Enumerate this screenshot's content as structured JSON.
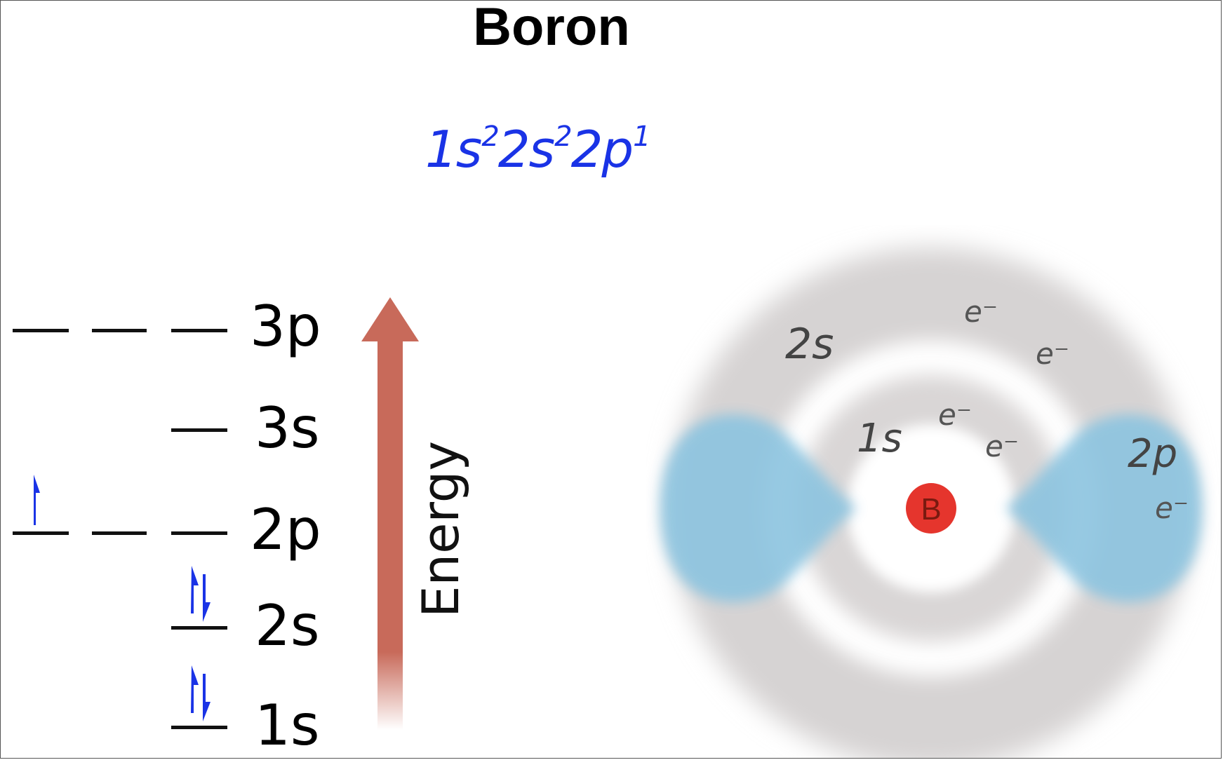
{
  "title": "Boron",
  "configuration": [
    {
      "orbital": "1s",
      "electrons": "2"
    },
    {
      "orbital": "2s",
      "electrons": "2"
    },
    {
      "orbital": "2p",
      "electrons": "1"
    }
  ],
  "energy_diagram": {
    "axis_label": "Energy",
    "levels": [
      {
        "label": "3p",
        "boxes": 3,
        "electrons": [
          0,
          0,
          0
        ]
      },
      {
        "label": "3s",
        "boxes": 1,
        "electrons": [
          0
        ]
      },
      {
        "label": "2p",
        "boxes": 3,
        "electrons": [
          1,
          0,
          0
        ]
      },
      {
        "label": "2s",
        "boxes": 1,
        "electrons": [
          2
        ]
      },
      {
        "label": "1s",
        "boxes": 1,
        "electrons": [
          2
        ]
      }
    ]
  },
  "atom_diagram": {
    "nucleus_label": "B",
    "shell_labels": {
      "inner": "1s",
      "outer": "2s",
      "p": "2p"
    },
    "electron_label": "e⁻",
    "colors": {
      "nucleus": "#e5352d",
      "shell": "#d6d3d3",
      "p_lobe": "#8cc4e0"
    }
  }
}
